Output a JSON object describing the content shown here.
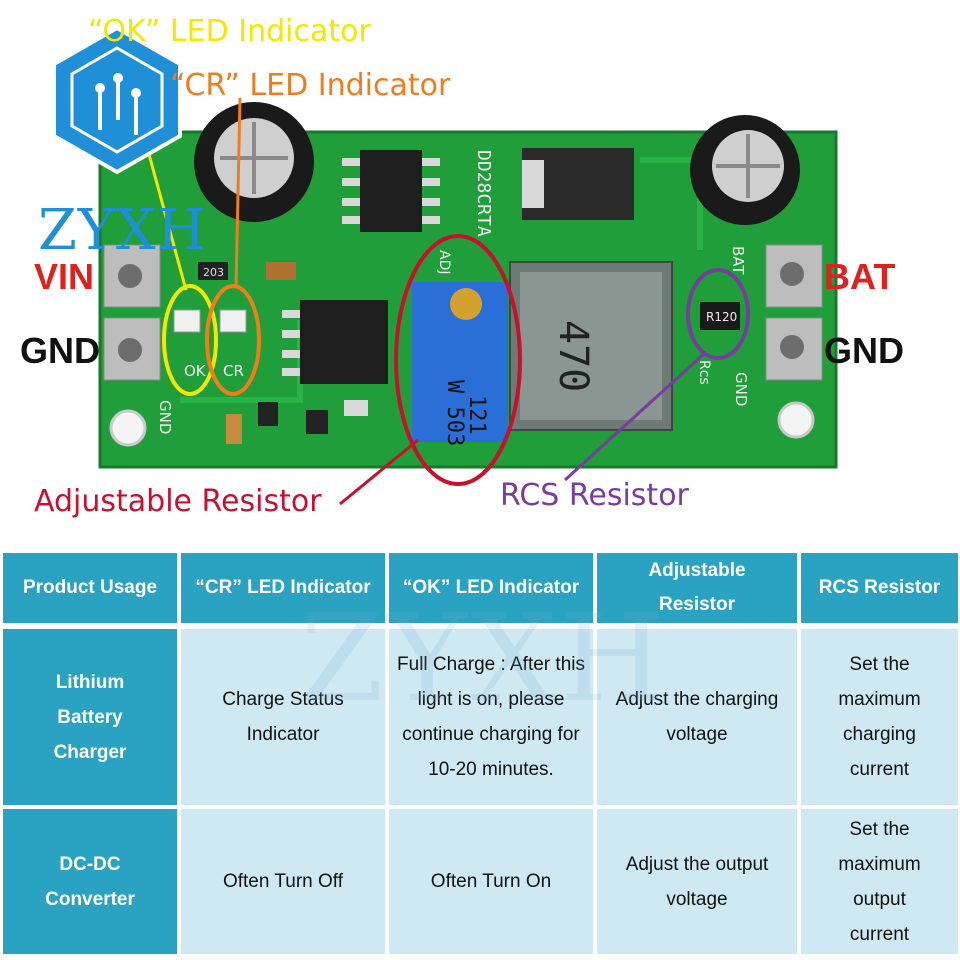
{
  "callouts": {
    "ok_led": "“OK” LED Indicator",
    "cr_led": "“CR” LED Indicator",
    "adjustable_resistor": "Adjustable Resistor",
    "rcs_resistor": "RCS Resistor"
  },
  "pins": {
    "vin": "VIN",
    "gnd_left": "GND",
    "bat": "BAT",
    "gnd_right": "GND"
  },
  "board_silkscreen": {
    "model": "DD28CRTA",
    "ok_label": "OK",
    "cr_label": "CR",
    "adj_label": "ADJ",
    "rcs_label": "Rcs",
    "gnd_left": "GND",
    "gnd_right": "GND",
    "bat_label": "BAT",
    "trimpot_code": "W 503",
    "trimpot_sub": "121",
    "inductor_code": "470",
    "rcs_code": "R120",
    "resistor_203": "203"
  },
  "watermark": {
    "brand": "ZYXH"
  },
  "colors": {
    "ok_accent": "#f2e800",
    "cr_accent": "#f07d1a",
    "adj_accent": "#c8102e",
    "rcs_accent": "#7a3ca0",
    "pin_red": "#e0201c",
    "table_header": "#2aa3c2",
    "table_body": "#cfe9f3"
  },
  "table": {
    "headers": [
      "Product Usage",
      "“CR” LED Indicator",
      "“OK” LED Indicator",
      "Adjustable Resistor",
      "RCS Resistor"
    ],
    "rows": [
      {
        "usage": "Lithium Battery Charger",
        "cr": "Charge Status Indicator",
        "ok": "Full Charge : After this light is on, please continue charging for 10-20 minutes.",
        "adj": "Adjust the charging voltage",
        "rcs": "Set the maximum charging current"
      },
      {
        "usage": "DC-DC Converter",
        "cr": "Often Turn Off",
        "ok": "Often Turn On",
        "adj": "Adjust the output voltage",
        "rcs": "Set the maximum output current"
      }
    ]
  }
}
